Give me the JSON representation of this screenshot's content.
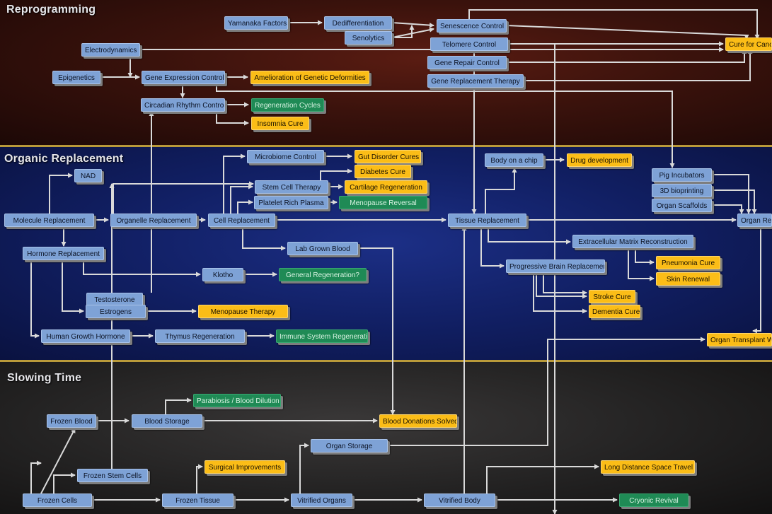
{
  "sections": {
    "reprogramming": "Reprogramming",
    "organic": "Organic Replacement",
    "slowing": "Slowing Time"
  },
  "colors": {
    "tech": "#7ea2d6",
    "goal": "#fbbd17",
    "done": "#1f8a55",
    "wire": "#d9d9d9",
    "divider": "#b99a3a"
  },
  "nodes": {
    "yamanaka": "Yamanaka Factors",
    "dediff": "Dedifferentiation",
    "senolytics": "Senolytics",
    "senescence": "Senescence Control",
    "telomere": "Telomere Control",
    "cure_cancer": "Cure for Cancer",
    "electrodynamics": "Electrodynamics",
    "gene_repair": "Gene Repair Control",
    "epigenetics": "Epigenetics",
    "gene_expr": "Gene Expression Control",
    "amelioration": "Amelioration of Genetic Deformities",
    "gene_repl": "Gene Replacement Therapy",
    "circadian": "Circadian Rhythm Control",
    "regen_cycles": "Regeneration Cycles",
    "insomnia": "Insomnia Cure",
    "microbiome": "Microbiome Control",
    "gut": "Gut Disorder Cures",
    "body_chip": "Body on a chip",
    "drug_dev": "Drug development",
    "nad": "NAD",
    "diabetes": "Diabetes Cure",
    "pig": "Pig Incubators",
    "stem_cell": "Stem Cell Therapy",
    "cartilage": "Cartilage Regeneration",
    "bioprint": "3D bioprinting",
    "prp": "Platelet Rich Plasma",
    "menopause_rev": "Menopause Reversal",
    "scaffolds": "Organ Scaffolds",
    "molecule": "Molecule Replacement",
    "organelle": "Organelle Replacement",
    "cell_repl": "Cell Replacement",
    "tissue_repl": "Tissue Replacement",
    "organ_repl": "Organ Replacement",
    "ecm": "Extracellular Matrix Reconstruction",
    "hormone": "Hormone Replacement",
    "lab_blood": "Lab Grown Blood",
    "pneumonia": "Pneumonia Cure",
    "brain": "Progressive Brain Replacement",
    "klotho": "Klotho",
    "gen_regen": "General Regeneration?",
    "skin": "Skin Renewal",
    "testosterone": "Testosterone",
    "stroke": "Stroke Cure",
    "estrogens": "Estrogens",
    "menopause_ther": "Menopause Therapy",
    "dementia": "Dementia Cure",
    "hgh": "Human Growth Hormone",
    "thymus": "Thymus Regeneration",
    "immune": "Immune System Regeneration",
    "transplant": "Organ Transplant Waitlist",
    "parabiosis": "Parabiosis / Blood Dilution",
    "frozen_blood": "Frozen Blood",
    "blood_storage": "Blood Storage",
    "blood_donations": "Blood Donations Solved",
    "organ_storage": "Organ Storage",
    "frozen_stem": "Frozen Stem Cells",
    "surgical": "Surgical Improvements",
    "space": "Long Distance Space Travel",
    "frozen_cells": "Frozen Cells",
    "frozen_tissue": "Frozen Tissue",
    "vitrified_organs": "Vitrified Organs",
    "vitrified_body": "Vitrified Body",
    "cryonic": "Cryonic Revival"
  }
}
